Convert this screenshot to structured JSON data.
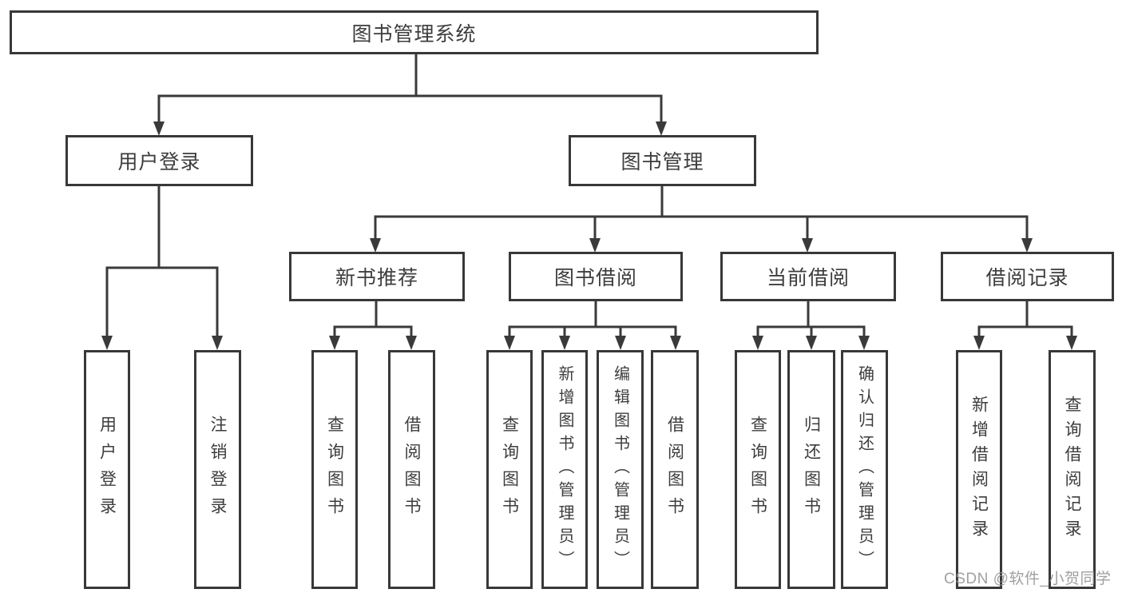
{
  "diagram": {
    "root": {
      "label": "图书管理系统"
    },
    "level2": [
      {
        "label": "用户登录"
      },
      {
        "label": "图书管理"
      }
    ],
    "level3": [
      {
        "label": "新书推荐",
        "parent": "图书管理"
      },
      {
        "label": "图书借阅",
        "parent": "图书管理"
      },
      {
        "label": "当前借阅",
        "parent": "图书管理"
      },
      {
        "label": "借阅记录",
        "parent": "图书管理"
      }
    ],
    "leaves": [
      {
        "label": "用户登录",
        "parent": "用户登录"
      },
      {
        "label": "注销登录",
        "parent": "用户登录"
      },
      {
        "label": "查询图书",
        "parent": "新书推荐"
      },
      {
        "label": "借阅图书",
        "parent": "新书推荐"
      },
      {
        "label": "查询图书",
        "parent": "图书借阅"
      },
      {
        "label": "新增图书（管理员）",
        "parent": "图书借阅"
      },
      {
        "label": "编辑图书（管理员）",
        "parent": "图书借阅"
      },
      {
        "label": "借阅图书",
        "parent": "图书借阅"
      },
      {
        "label": "查询图书",
        "parent": "当前借阅"
      },
      {
        "label": "归还图书",
        "parent": "当前借阅"
      },
      {
        "label": "确认归还（管理员）",
        "parent": "当前借阅"
      },
      {
        "label": "新增借阅记录",
        "parent": "借阅记录"
      },
      {
        "label": "查询借阅记录",
        "parent": "借阅记录"
      }
    ]
  },
  "watermark": "CSDN @软件_小贺同学",
  "colors": {
    "line": "#3a3a3a",
    "border": "#383838",
    "text": "#3d3d3d",
    "watermark": "#949494",
    "background": "#ffffff"
  }
}
